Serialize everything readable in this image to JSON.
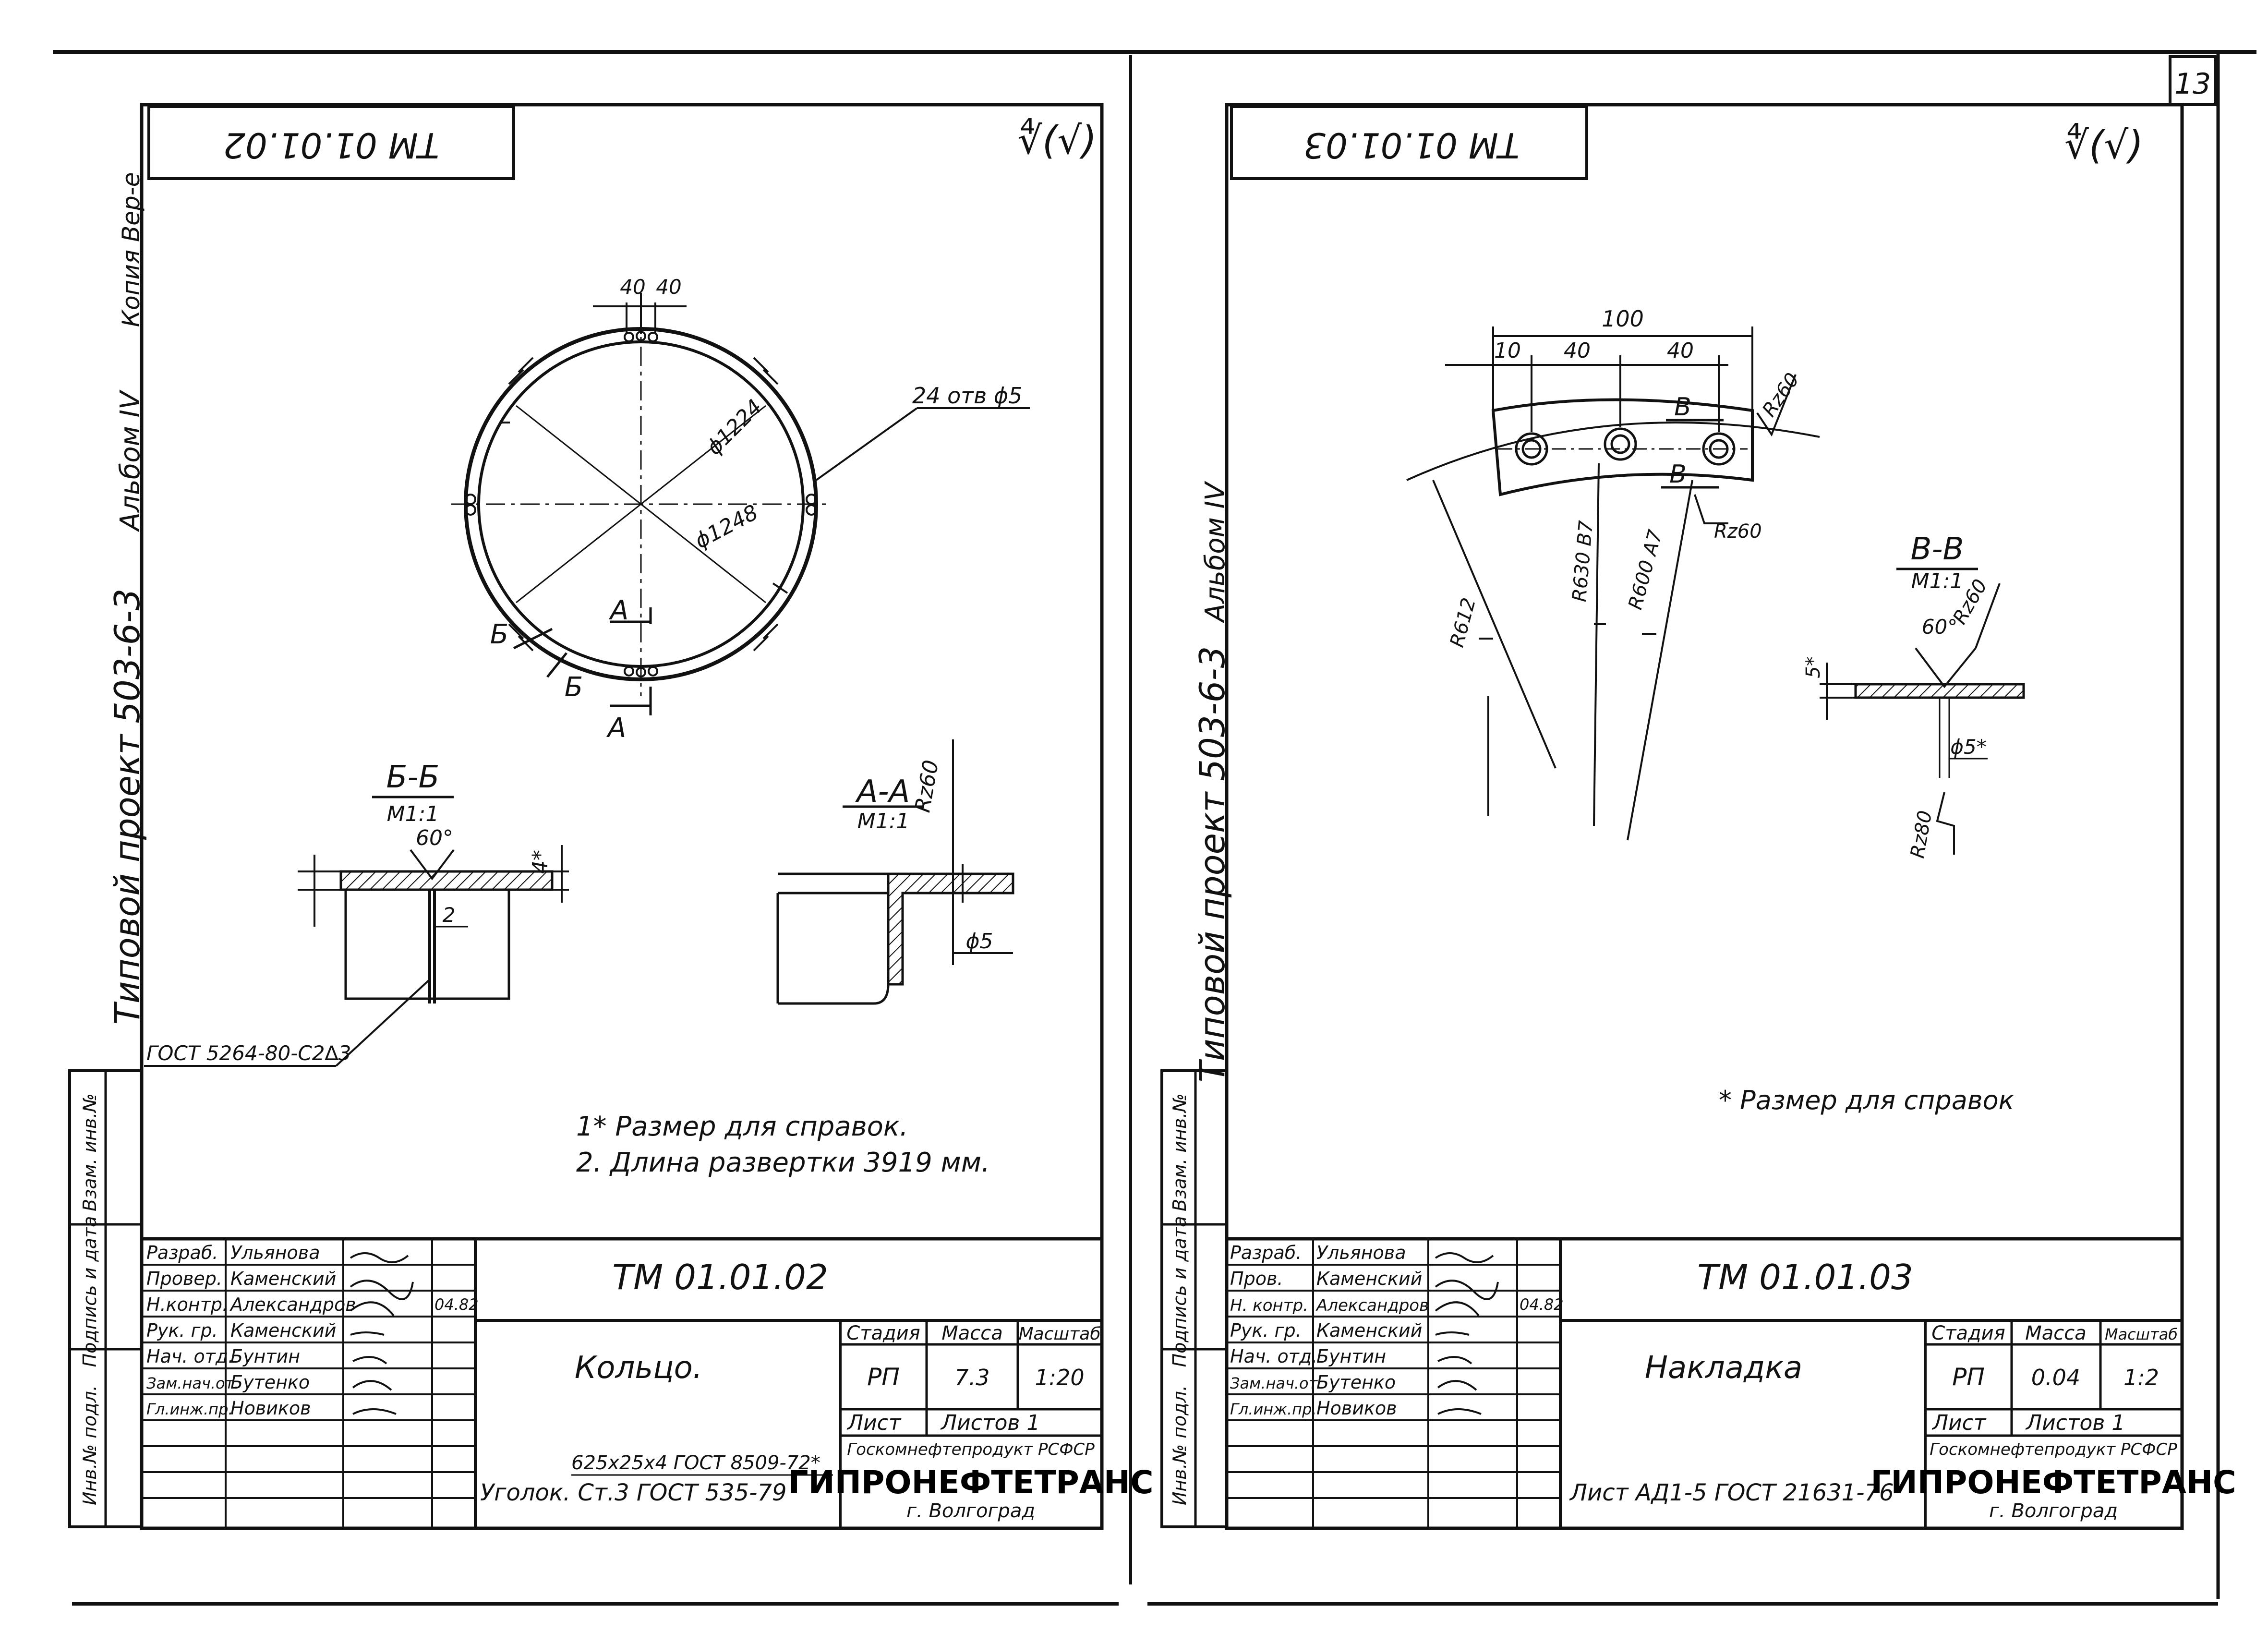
{
  "page_number": "13",
  "sheet_left": {
    "corner_code": "ТМ 01.01.02",
    "roughness_mark": "∜(√)",
    "margin_text": {
      "copy": "Копия Вер-е",
      "album": "Альбом IV",
      "project": "Типовой проект 503-6-3"
    },
    "margin_table": [
      "Инв.№ подл.",
      "Подпись и дата",
      "Взам. инв.№"
    ],
    "drawing": {
      "dims": [
        "40",
        "40",
        "24 отв ϕ5",
        "ϕ1224",
        "ϕ1248"
      ],
      "section_marks": [
        "А",
        "А",
        "Б",
        "Б"
      ],
      "section_bb": {
        "title": "Б-Б",
        "scale": "М1:1",
        "angle": "60°",
        "thickness": "4*",
        "gap": "2"
      },
      "section_aa": {
        "title": "А-А",
        "scale": "М1:1",
        "roughness": "Rz60",
        "hole": "ϕ5"
      },
      "weld_ref": "ГОСТ 5264-80-С2∆3",
      "notes": [
        "1* Размер для справок.",
        "2. Длина развертки 3919 мм."
      ]
    },
    "title_block": {
      "code": "ТМ 01.01.02",
      "name": "Кольцо.",
      "material_line1": "625х25х4 ГОСТ 8509-72*",
      "material_line2": "Уголок. Ст.3 ГОСТ 535-79",
      "headers": {
        "stage": "Стадия",
        "mass": "Масса",
        "scale": "Масштаб"
      },
      "stage": "РП",
      "mass": "7.3",
      "scale": "1:20",
      "sheet": "Лист",
      "sheets": "Листов 1",
      "org_line1": "Госкомнефтепродукт РСФСР",
      "org": "ГИПРОНЕФТЕТРАНС",
      "city": "г. Волгоград",
      "date": "04.82",
      "roles": [
        {
          "role": "Разраб.",
          "name": "Ульянова"
        },
        {
          "role": "Провер.",
          "name": "Каменский"
        },
        {
          "role": "Н.контр.",
          "name": "Александров"
        },
        {
          "role": "Рук. гр.",
          "name": "Каменский"
        },
        {
          "role": "Нач. отд.",
          "name": "Бунтин"
        },
        {
          "role": "Зам.нач.от.",
          "name": "Бутенко"
        },
        {
          "role": "Гл.инж.пр.",
          "name": "Новиков"
        }
      ]
    }
  },
  "sheet_right": {
    "corner_code": "ТМ 01.01.03",
    "roughness_mark": "∜(√)",
    "margin_text": {
      "album": "Альбом IV",
      "project": "Типовой проект 503-6-3"
    },
    "margin_table": [
      "Инв.№ подл.",
      "Подпись и дата",
      "Взам. инв.№"
    ],
    "drawing": {
      "dims": [
        "100",
        "10",
        "40",
        "40",
        "Rz60",
        "Rz60",
        "R612",
        "R630 В7",
        "R600 А7"
      ],
      "section_marks": [
        "В",
        "В"
      ],
      "section_vv": {
        "title": "В-В",
        "scale": "М1:1",
        "angle": "60°",
        "roughness_top": "Rz60",
        "thickness": "5*",
        "hole": "ϕ5*",
        "roughness_bottom": "Rz80"
      },
      "notes": [
        "* Размер для справок"
      ]
    },
    "title_block": {
      "code": "ТМ 01.01.03",
      "name": "Накладка",
      "material_line1": "Лист АД1-5 ГОСТ 21631-76",
      "headers": {
        "stage": "Стадия",
        "mass": "Масса",
        "scale": "Масштаб"
      },
      "stage": "РП",
      "mass": "0.04",
      "scale": "1:2",
      "sheet": "Лист",
      "sheets": "Листов 1",
      "org_line1": "Госкомнефтепродукт РСФСР",
      "org": "ГИПРОНЕФТЕТРАНС",
      "city": "г. Волгоград",
      "date": "04.82",
      "roles": [
        {
          "role": "Разраб.",
          "name": "Ульянова"
        },
        {
          "role": "Пров.",
          "name": "Каменский"
        },
        {
          "role": "Н. контр.",
          "name": "Александров"
        },
        {
          "role": "Рук. гр.",
          "name": "Каменский"
        },
        {
          "role": "Нач. отд.",
          "name": "Бунтин"
        },
        {
          "role": "Зам.нач.от.",
          "name": "Бутенко"
        },
        {
          "role": "Гл.инж.пр.",
          "name": "Новиков"
        }
      ]
    }
  }
}
